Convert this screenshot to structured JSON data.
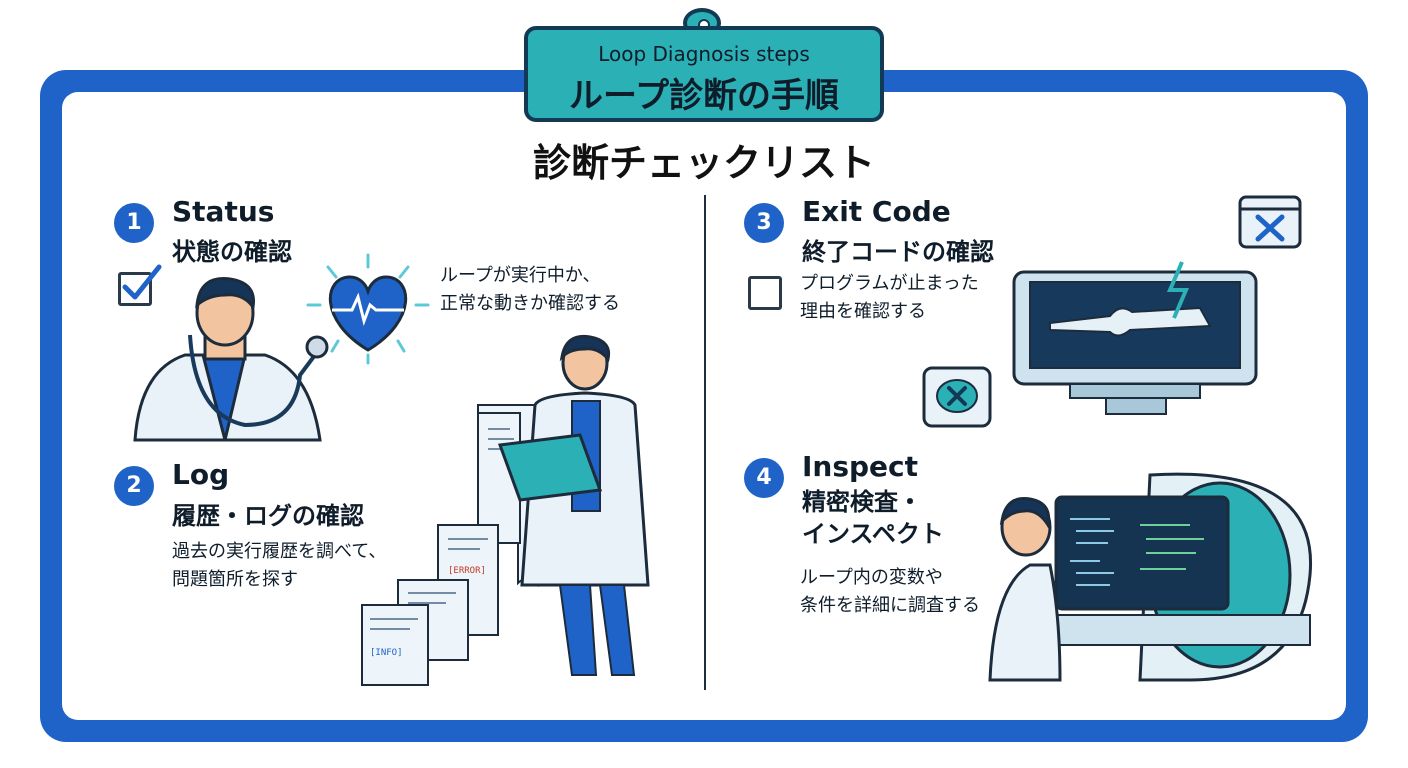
{
  "header": {
    "title_en": "Loop Diagnosis steps",
    "title_ja": "ループ診断の手順"
  },
  "checklist_title": "診断チェックリスト",
  "steps": [
    {
      "number": "1",
      "title_en": "Status",
      "title_ja": "状態の確認",
      "description": "ループが実行中か、\n正常な動きか確認する",
      "checked": true
    },
    {
      "number": "2",
      "title_en": "Log",
      "title_ja": "履歴・ログの確認",
      "description": "過去の実行履歴を調べて、\n問題箇所を探す"
    },
    {
      "number": "3",
      "title_en": "Exit Code",
      "title_ja": "終了コードの確認",
      "description": "プログラムが止まった\n理由を確認する",
      "checked": false
    },
    {
      "number": "4",
      "title_en": "Inspect",
      "title_ja": "精密検査・\nインスペクト",
      "description": "ループ内の変数や\n条件を詳細に調査する"
    }
  ],
  "log_labels": {
    "error": "[ERROR]",
    "info": "[INFO]"
  },
  "colors": {
    "primary": "#1f63c8",
    "teal": "#2bb0b6",
    "dark": "#123a54"
  }
}
